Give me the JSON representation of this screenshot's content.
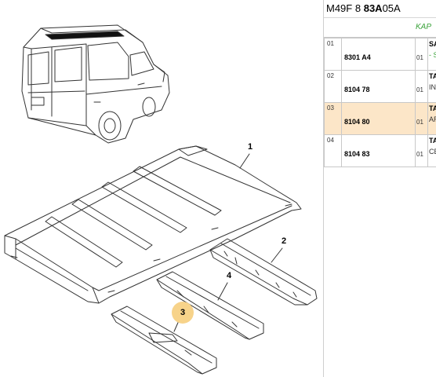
{
  "header": {
    "code_prefix": "M49F",
    "code_mid": "8",
    "code_bold": "83A",
    "code_suffix": "05A"
  },
  "section_label": "KAP",
  "parts": [
    {
      "index": "01",
      "ref": "8301 A4",
      "qty": "01",
      "desc_line1": "SA",
      "desc_line2": "- S",
      "selected": false
    },
    {
      "index": "02",
      "ref": "8104 78",
      "qty": "01",
      "desc_line1": "TA",
      "desc_line2": "INT",
      "selected": false
    },
    {
      "index": "03",
      "ref": "8104 80",
      "qty": "01",
      "desc_line1": "TA",
      "desc_line2": "AR",
      "selected": true
    },
    {
      "index": "04",
      "ref": "8104 83",
      "qty": "01",
      "desc_line1": "TA",
      "desc_line2": "CE",
      "selected": false
    }
  ],
  "callouts": [
    "1",
    "2",
    "3",
    "4"
  ],
  "colors": {
    "selected_row": "#fce6c8",
    "callout_highlight": "#f7d38a",
    "label_green": "#3aa23a"
  }
}
